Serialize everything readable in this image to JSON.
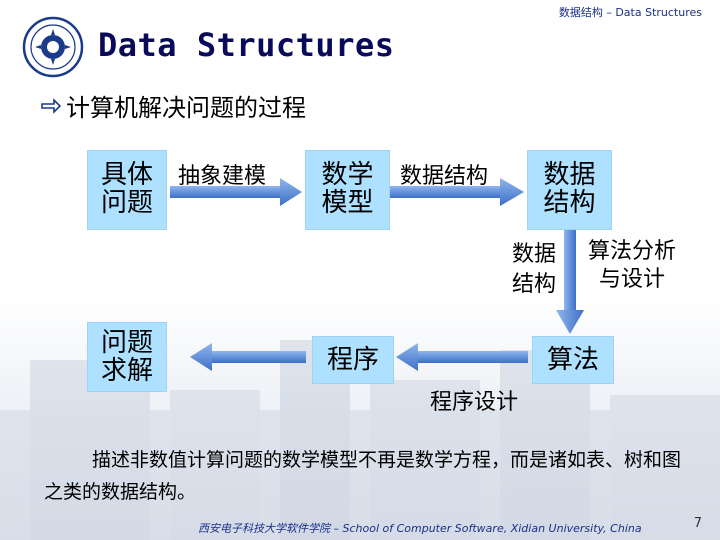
{
  "header": {
    "course": "数据结构 – Data Structures",
    "title": "Data Structures"
  },
  "bullet": {
    "text": "计算机解决问题的过程"
  },
  "diagram": {
    "box_problem": [
      "具体",
      "问题"
    ],
    "label_abstract": "抽象建模",
    "box_math_model": [
      "数学",
      "模型"
    ],
    "label_data_structure": "数据结构",
    "box_data_structure": [
      "数据",
      "结构"
    ],
    "label_ds_left": [
      "数据",
      "结构"
    ],
    "label_algorithm_design": [
      "算法分析",
      "与设计"
    ],
    "box_solution": [
      "问题",
      "求解"
    ],
    "box_program": "程序",
    "box_algorithm": "算法",
    "label_programming": "程序设计"
  },
  "paragraph": "描述非数值计算问题的数学模型不再是数学方程，而是诸如表、树和图之类的数据结构。",
  "footer": {
    "school_cn": "西安电子科技大学软件学院",
    "school_en": " – School of Computer Software, Xidian University, China",
    "page": "7"
  },
  "colors": {
    "box_fill": "#aee0ff",
    "arrow": "#5b8ad6",
    "title": "#0a0a5a"
  }
}
